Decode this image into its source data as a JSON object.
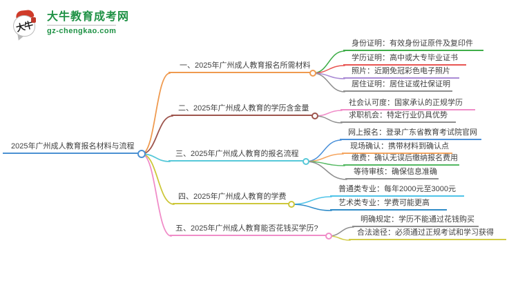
{
  "logo": {
    "mark_text": "大牛",
    "title": "大牛教育成考网",
    "domain": "gz-chengkao.com",
    "brand_green": "#1e9144",
    "mark_red": "#cf3b2a"
  },
  "root": {
    "label": "2025年广州成人教育报名材料与流程",
    "color": "#4a90d2"
  },
  "branches": [
    {
      "label": "一、2025年广州成人教育报名所需材料",
      "color": "#ef9a4f",
      "children": [
        {
          "label": "身份证明：有效身份证原件及复印件",
          "color": "#3fad49"
        },
        {
          "label": "学历证明：高中或大专毕业证书",
          "color": "#e85451"
        },
        {
          "label": "照片：近期免冠彩色电子照片",
          "color": "#a98ad4"
        },
        {
          "label": "居住证明：居住证或社保证明",
          "color": "#8e8e8e"
        }
      ]
    },
    {
      "label": "二、2025年广州成人教育的学历含金量",
      "color": "#9d544c",
      "children": [
        {
          "label": "社会认可度：国家承认的正规学历",
          "color": "#f08cc8"
        },
        {
          "label": "求职机会：特定行业仍具优势",
          "color": "#8e8e8e"
        }
      ]
    },
    {
      "label": "三、2025年广州成人教育的报名流程",
      "color": "#56c8d8",
      "children": [
        {
          "label": "网上报名：登录广东省教育考试院官网",
          "color": "#4a90d9"
        },
        {
          "label": "现场确认：携带材料到确认点",
          "color": "#f5a55f"
        },
        {
          "label": "缴费：确认无误后缴纳报名费用",
          "color": "#52b860"
        },
        {
          "label": "等待审核：确保信息准确",
          "color": "#8e8e8e"
        }
      ]
    },
    {
      "label": "四、2025年广州成人教育的学费",
      "color": "#cdc73a",
      "children": [
        {
          "label": "普通类专业：每年2000元至3000元",
          "color": "#4ec3e8"
        },
        {
          "label": "艺术类专业：学费可能更高",
          "color": "#2e8bc8"
        }
      ]
    },
    {
      "label": "五、2025年广州成人教育能否花钱买学历?",
      "color": "#f08cc8",
      "children": [
        {
          "label": "明确规定：学历不能通过花钱购买",
          "color": "#8e8e8e"
        },
        {
          "label": "合法途径：必须通过正规考试和学习获得",
          "color": "#d2cc46"
        }
      ]
    }
  ]
}
